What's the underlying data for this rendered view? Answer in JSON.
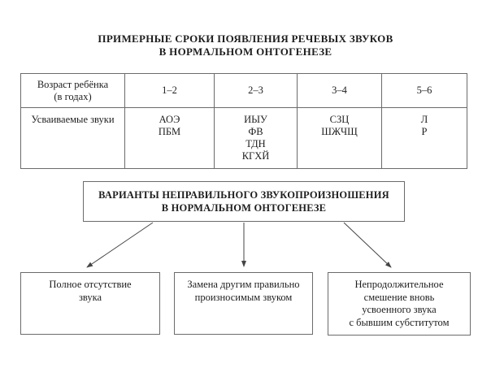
{
  "title": {
    "line1": "ПРИМЕРНЫЕ СРОКИ ПОЯВЛЕНИЯ РЕЧЕВЫХ ЗВУКОВ",
    "line2": "В НОРМАЛЬНОМ ОНТОГЕНЕЗЕ"
  },
  "table": {
    "header_row": {
      "label_line1": "Возраст ребёнка",
      "label_line2": "(в годах)",
      "ages": [
        "1–2",
        "2–3",
        "3–4",
        "5–6"
      ]
    },
    "body_row": {
      "label": "Усваиваемые звуки",
      "sounds": [
        [
          "АОЭ",
          "ПБМ"
        ],
        [
          "ИЫУ",
          "ФВ",
          "ТДН",
          "КГХЙ"
        ],
        [
          "СЗЦ",
          "ШЖЧЩ"
        ],
        [
          "Л",
          "Р"
        ]
      ]
    }
  },
  "variants_box": {
    "line1": "ВАРИАНТЫ НЕПРАВИЛЬНОГО ЗВУКОПРОИЗНОШЕНИЯ",
    "line2": "В НОРМАЛЬНОМ ОНТОГЕНЕЗЕ"
  },
  "variant_items": [
    {
      "lines": [
        "Полное отсутствие",
        "звука"
      ]
    },
    {
      "lines": [
        "Замена другим правильно",
        "произносимым звуком"
      ]
    },
    {
      "lines": [
        "Непродолжительное",
        "смешение вновь",
        "усвоенного звука",
        "с бывшим субститутом"
      ]
    }
  ],
  "colors": {
    "background": "#ffffff",
    "text": "#1e1e1e",
    "border": "#6b6b6b",
    "arrow": "#454545"
  }
}
